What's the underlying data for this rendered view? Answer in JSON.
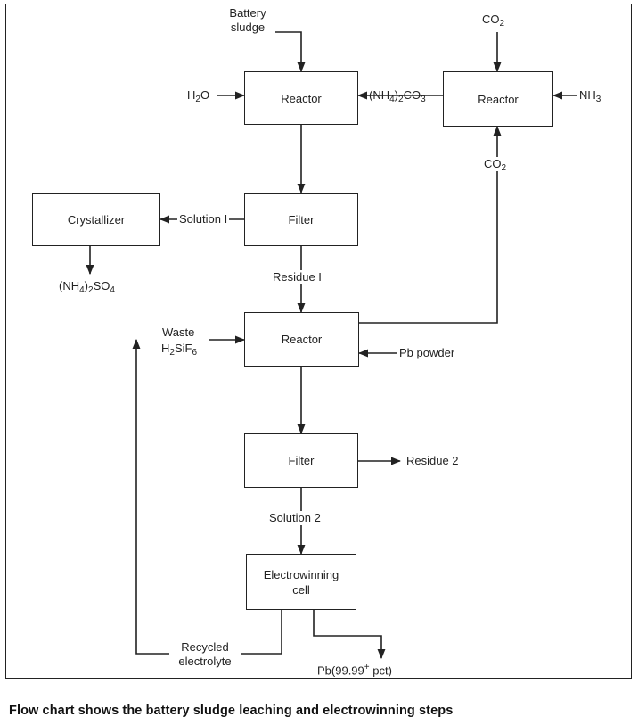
{
  "nodes": {
    "reactor1": "Reactor",
    "reactor2": "Reactor",
    "crystallizer": "Crystallizer",
    "filter1": "Filter",
    "reactor3": "Reactor",
    "filter2": "Filter",
    "cell": [
      "Electrowinning",
      "cell"
    ]
  },
  "labels": {
    "battery_sludge": [
      "Battery",
      "sludge"
    ],
    "h2o": {
      "main": "H",
      "sub": "2",
      "tail": "O"
    },
    "nh4_2co3": {
      "p1": "(NH",
      "s1": "4",
      "p2": ")",
      "s2": "2",
      "p3": "CO",
      "s3": "3"
    },
    "co2_top": {
      "main": "CO",
      "sub": "2"
    },
    "nh3": {
      "main": "NH",
      "sub": "3"
    },
    "co2_mid": {
      "main": "CO",
      "sub": "2"
    },
    "solution1": "Solution I",
    "nh4_2so4": {
      "p1": "(NH",
      "s1": "4",
      "p2": ")",
      "s2": "2",
      "p3": "SO",
      "s3": "4"
    },
    "residue1": "Residue I",
    "waste": "Waste",
    "h2sif6": {
      "main": "H",
      "s1": "2",
      "mid": "SiF",
      "s2": "6"
    },
    "pb_powder": "Pb powder",
    "residue2": "Residue 2",
    "solution2": "Solution 2",
    "recycled": [
      "Recycled",
      "electrolyte"
    ],
    "pb_product": {
      "main": "Pb(99.99",
      "sup": "+",
      "tail": " pct)"
    }
  },
  "caption": "Flow chart shows the battery sludge leaching and electrowinning steps"
}
